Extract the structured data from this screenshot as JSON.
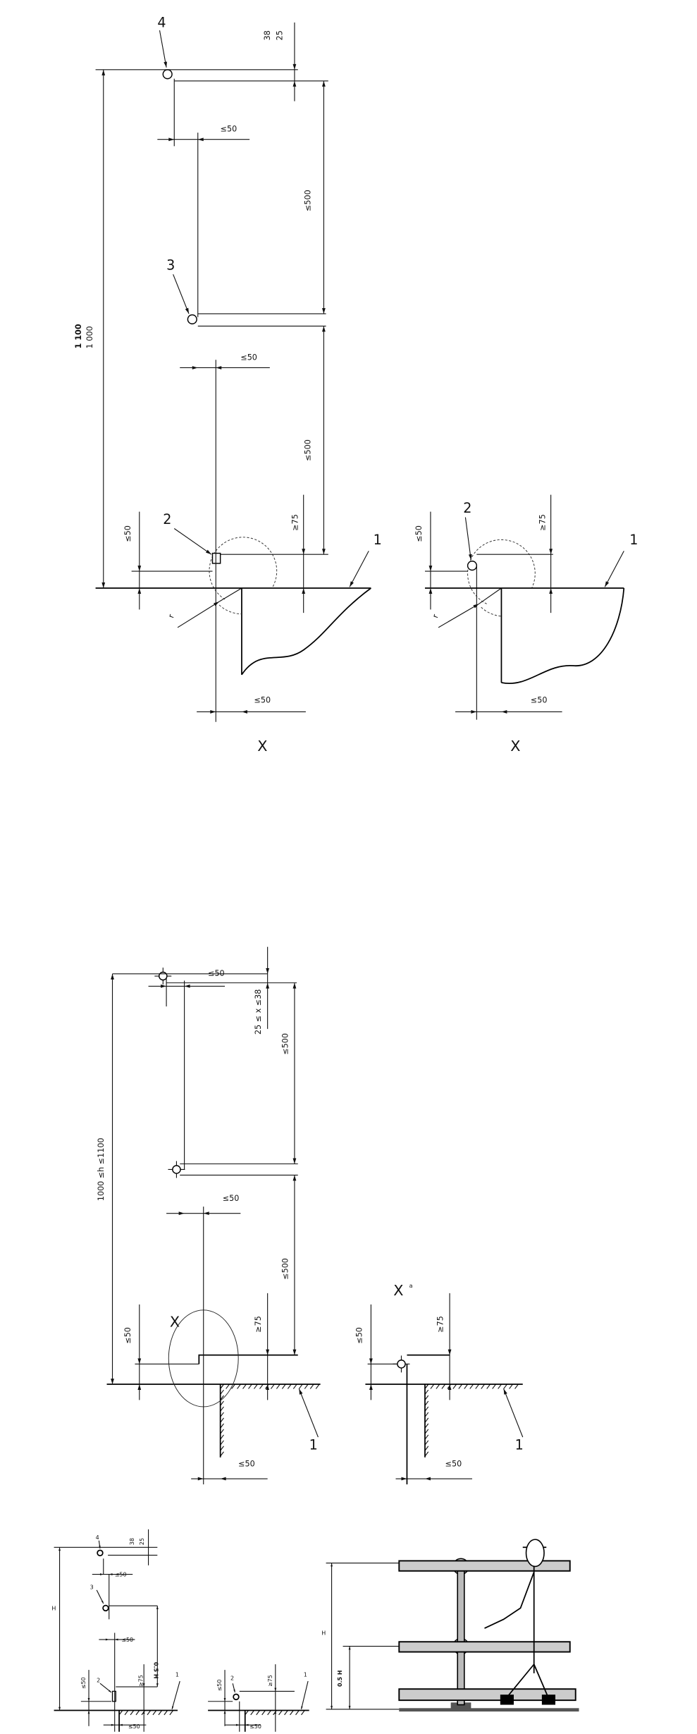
{
  "figure1": {
    "main": {
      "label_4": "4",
      "label_3": "3",
      "label_2": "2",
      "label_1": "1",
      "dim_38": "38",
      "dim_25": "25",
      "dim_1100": "1 100",
      "dim_1000": "1 000",
      "dim_post_offset_top": "≤50",
      "dim_post_offset_mid": "≤50",
      "dim_rail_spacing_top": "≤500",
      "dim_rail_spacing_bottom": "≤500",
      "dim_toeboard_height": "≥75",
      "dim_toeboard_gap": "≤50",
      "dim_radius": "r",
      "dim_edge_offset": "≤50",
      "detail_label": "X"
    },
    "detail": {
      "label_2": "2",
      "label_1": "1",
      "dim_toeboard_height": "≥75",
      "dim_toeboard_gap": "≤50",
      "dim_radius": "r",
      "dim_edge_offset": "≤50",
      "detail_label": "X"
    }
  },
  "figure2": {
    "main": {
      "dim_diameter": "25 ≤ x ≤38",
      "dim_height": "1000 ≤h ≤1100",
      "dim_post_offset_top": "≤50",
      "dim_post_offset_mid": "≤50",
      "dim_rail_spacing_top": "≤500",
      "dim_rail_spacing_bottom": "≤500",
      "dim_toeboard_height": "≥75",
      "dim_toeboard_gap": "≤50",
      "detail_marker": "X",
      "label_1": "1",
      "dim_edge_offset": "≤50"
    },
    "detail": {
      "title": "X",
      "title_note": "a",
      "dim_toeboard_height": "≥75",
      "dim_toeboard_gap": "≤50",
      "label_1": "1",
      "dim_edge_offset": "≤50"
    }
  },
  "figure3": {
    "left": {
      "label_4": "4",
      "label_3": "3",
      "label_2": "2",
      "label_1": "1",
      "dim_38": "38",
      "dim_25": "25",
      "dim_H": "H",
      "dim_half_H": "0.5 H",
      "dim_post_offset_top": "≤50",
      "dim_post_offset_mid": "≤50",
      "dim_toeboard_height": "≥75",
      "dim_toeboard_gap": "≤50",
      "dim_edge_offset": "≤50"
    },
    "middle": {
      "label_2": "2",
      "label_1": "1",
      "dim_toeboard_height": "≥75",
      "dim_toeboard_gap": "≤50",
      "dim_edge_offset": "≤50"
    },
    "railing": {
      "dim_H": "H",
      "dim_half_H": "0.5 H"
    }
  }
}
